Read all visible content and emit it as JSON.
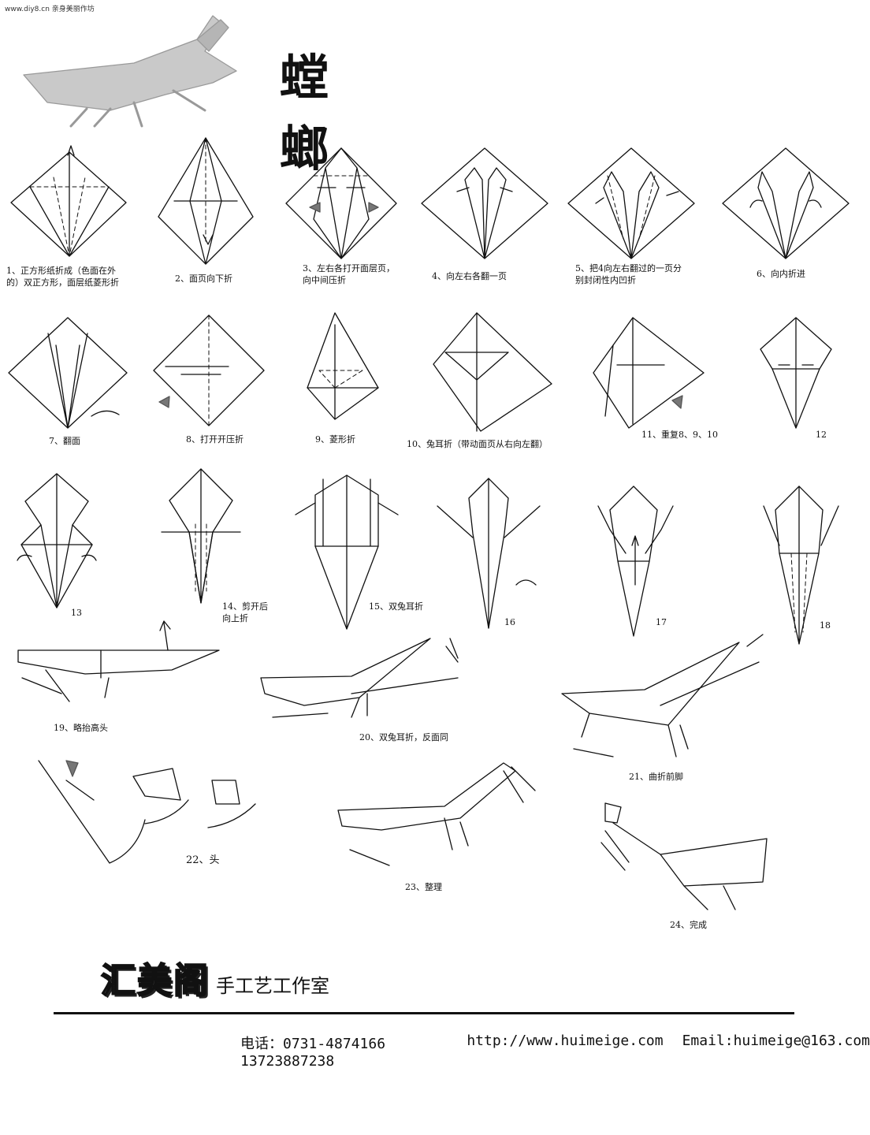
{
  "watermark": "www.diy8.cn 亲身美丽作坊",
  "title": "螳 螂",
  "steps": [
    {
      "n": "1",
      "caption": "1、正方形纸折成（色面在外\n的）双正方形，面层纸菱形折"
    },
    {
      "n": "2",
      "caption": "2、面页向下折"
    },
    {
      "n": "3",
      "caption": "3、左右各打开面层页，\n向中间压折"
    },
    {
      "n": "4",
      "caption": "4、向左右各翻一页"
    },
    {
      "n": "5",
      "caption": "5、把4向左右翻过的一页分\n别封闭性内凹折"
    },
    {
      "n": "6",
      "caption": "6、向内折进"
    },
    {
      "n": "7",
      "caption": "7、翻面"
    },
    {
      "n": "8",
      "caption": "8、打开开压折"
    },
    {
      "n": "9",
      "caption": "9、菱形折"
    },
    {
      "n": "10",
      "caption": "10、兔耳折（带动面页从右向左翻）"
    },
    {
      "n": "11",
      "caption": "11、重复8、9、10"
    },
    {
      "n": "12",
      "caption": "12"
    },
    {
      "n": "13",
      "caption": "13"
    },
    {
      "n": "14",
      "caption": "14、剪开后\n向上折"
    },
    {
      "n": "15",
      "caption": "15、双兔耳折"
    },
    {
      "n": "16",
      "caption": "16"
    },
    {
      "n": "17",
      "caption": "17"
    },
    {
      "n": "18",
      "caption": "18"
    },
    {
      "n": "19",
      "caption": "19、略抬高头"
    },
    {
      "n": "20",
      "caption": "20、双兔耳折，反面同"
    },
    {
      "n": "21",
      "caption": "21、曲折前脚"
    },
    {
      "n": "22",
      "caption": "22、头"
    },
    {
      "n": "23",
      "caption": "23、整理"
    },
    {
      "n": "24",
      "caption": "24、完成"
    }
  ],
  "footer": {
    "logo": "汇美阁",
    "studio": "手工艺工作室",
    "phone": "电话：0731-4874166 13723887238",
    "web": "http://www.huimeige.com",
    "email": "Email:huimeige@163.com"
  }
}
